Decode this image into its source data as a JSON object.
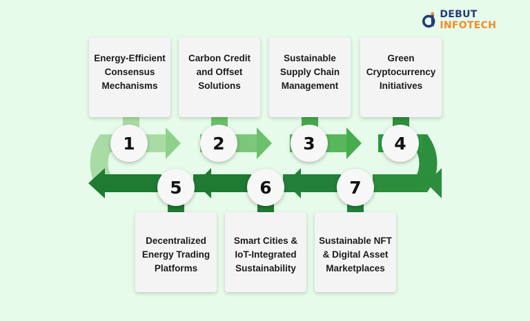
{
  "logo": {
    "word1": "DEBUT",
    "word2": "INFOTECH"
  },
  "steps": [
    {
      "num": "1",
      "label_lines": [
        "Energy-Efficient",
        "Consensus",
        "Mechanisms"
      ]
    },
    {
      "num": "2",
      "label_lines": [
        "Carbon Credit",
        "and Offset",
        "Solutions"
      ]
    },
    {
      "num": "3",
      "label_lines": [
        "Sustainable",
        "Supply Chain",
        "Management"
      ]
    },
    {
      "num": "4",
      "label_lines": [
        "Green",
        "Cryptocurrency",
        "Initiatives"
      ]
    },
    {
      "num": "5",
      "label_lines": [
        "Decentralized",
        "Energy Trading",
        "Platforms"
      ]
    },
    {
      "num": "6",
      "label_lines": [
        "Smart Cities &",
        "IoT-Integrated",
        "Sustainability"
      ]
    },
    {
      "num": "7",
      "label_lines": [
        "Sustainable NFT",
        "& Digital Asset",
        "Marketplaces"
      ]
    }
  ],
  "colors": {
    "background": "#e6fbea",
    "arrow_light": "#9ed49a",
    "arrow_mid": "#52b557",
    "arrow_dark": "#1f7a32",
    "brand_blue": "#243a7a",
    "brand_orange": "#f28c28"
  }
}
